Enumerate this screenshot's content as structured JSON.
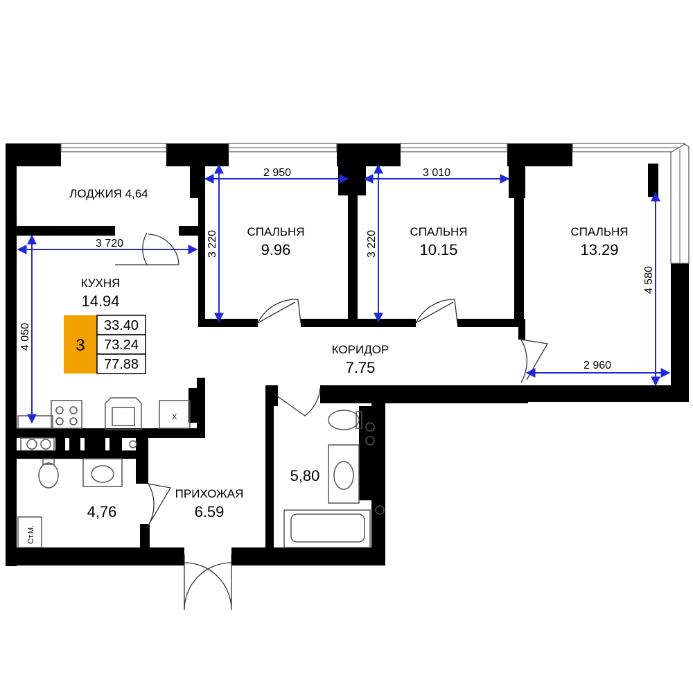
{
  "rooms": {
    "loggia": {
      "label": "ЛОДЖИЯ 4,64"
    },
    "bedroom_1": {
      "name": "СПАЛЬНЯ",
      "area": "9.96"
    },
    "bedroom_2": {
      "name": "СПАЛЬНЯ",
      "area": "10.15"
    },
    "bedroom_3": {
      "name": "СПАЛЬНЯ",
      "area": "13.29"
    },
    "kitchen": {
      "name": "КУХНЯ",
      "area": "14.94"
    },
    "corridor": {
      "name": "КОРИДОР",
      "area": "7.75"
    },
    "hallway": {
      "name": "ПРИХОЖАЯ",
      "area": "6.59"
    },
    "bathroom_left": {
      "area": "4,76"
    },
    "bathroom_right": {
      "area": "5,80"
    }
  },
  "dimensions": {
    "bedroom_1_width": "2 950",
    "bedroom_1_depth": "3 220",
    "bedroom_2_width": "3 010",
    "bedroom_2_depth": "3 220",
    "bedroom_3_depth": "4 580",
    "bedroom_3_width": "2 960",
    "kitchen_width": "3 720",
    "kitchen_depth": "4 050"
  },
  "apartment": {
    "rooms_count": "3",
    "living_area": "33.40",
    "total_area": "73.24",
    "total_area_with_loggia": "77.88"
  },
  "fixtures": {
    "riser_label": "Ст.М.",
    "washer_mark": "X"
  },
  "colors": {
    "walls": "#000000",
    "dimension_lines": "#1f2ad6",
    "apartment_badge": "#f2a100"
  }
}
